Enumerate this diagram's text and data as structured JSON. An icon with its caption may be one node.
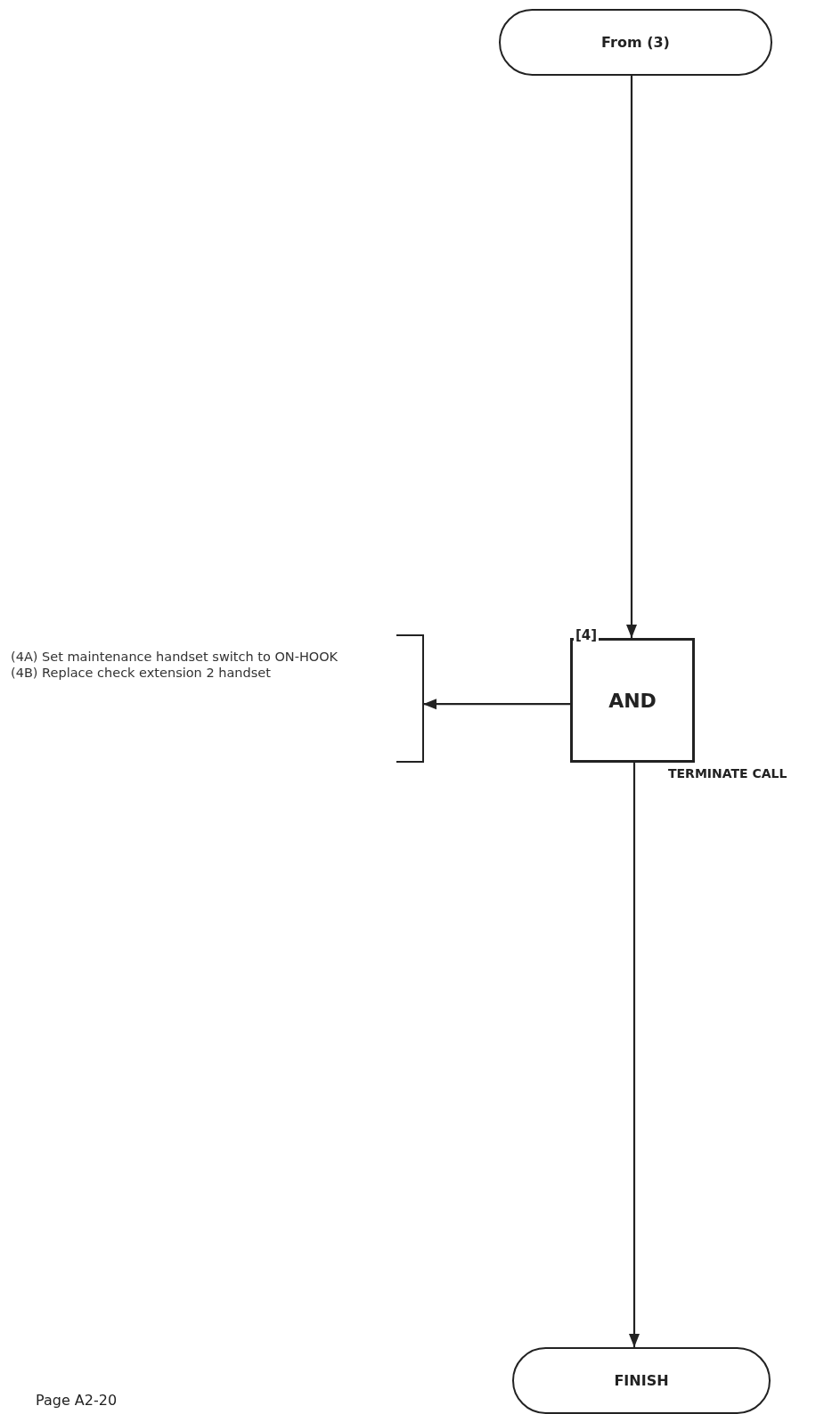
{
  "diagram": {
    "nodes": [
      {
        "text": [
          "From (3)"
        ]
      },
      {
        "text": [
          "AND"
        ],
        "beside": [
          "[4]"
        ]
      },
      {
        "text": [
          "(4A) Set maintenance handset switch to ON-HOOK",
          "(4B) Replace check extension 2 handset"
        ]
      },
      {
        "text": [
          "FINISH"
        ]
      }
    ],
    "edges": [
      {
        "from": 0,
        "to": 1,
        "arrow": "to"
      },
      {
        "from": 1,
        "to": 2,
        "arrow": "to"
      },
      {
        "from": 1,
        "to": 3,
        "arrow": "to",
        "label": "TERMINATE CALL"
      }
    ],
    "labels": [
      "Page A2-20"
    ]
  }
}
